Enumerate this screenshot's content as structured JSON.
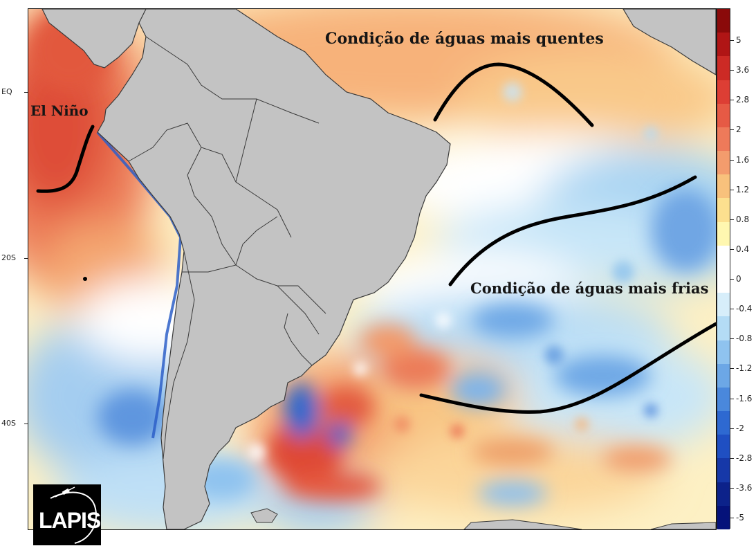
{
  "map": {
    "latitude_labels": [
      "EQ",
      "20S",
      "40S"
    ],
    "annotations": {
      "warm": "Condição de águas mais quentes",
      "cold": "Condição de águas mais frias",
      "elnino": "El Niño"
    },
    "land_color": "#c3c3c3",
    "border_color": "#3a3a3a",
    "front_line_color": "#000000"
  },
  "colorbar": {
    "labels": [
      "5",
      "3.6",
      "2.8",
      "2",
      "1.6",
      "1.2",
      "0.8",
      "0.4",
      "0",
      "-0.4",
      "-0.8",
      "-1.2",
      "-1.6",
      "-2",
      "-2.8",
      "-3.6",
      "-5"
    ],
    "colors": [
      "#8a0a0a",
      "#b01515",
      "#cc2a25",
      "#dd3e34",
      "#e65a45",
      "#ee7a5a",
      "#f39c6d",
      "#f8c17c",
      "#fce08f",
      "#fff7b0",
      "#ffffff",
      "#ffffff",
      "#d7eefa",
      "#b4dcf5",
      "#8fc3ef",
      "#6ca7e6",
      "#4a88dc",
      "#2e69d1",
      "#1f4fc2",
      "#1638a8",
      "#0c228a",
      "#05127a"
    ]
  },
  "logo": {
    "text": "LAPIS"
  }
}
